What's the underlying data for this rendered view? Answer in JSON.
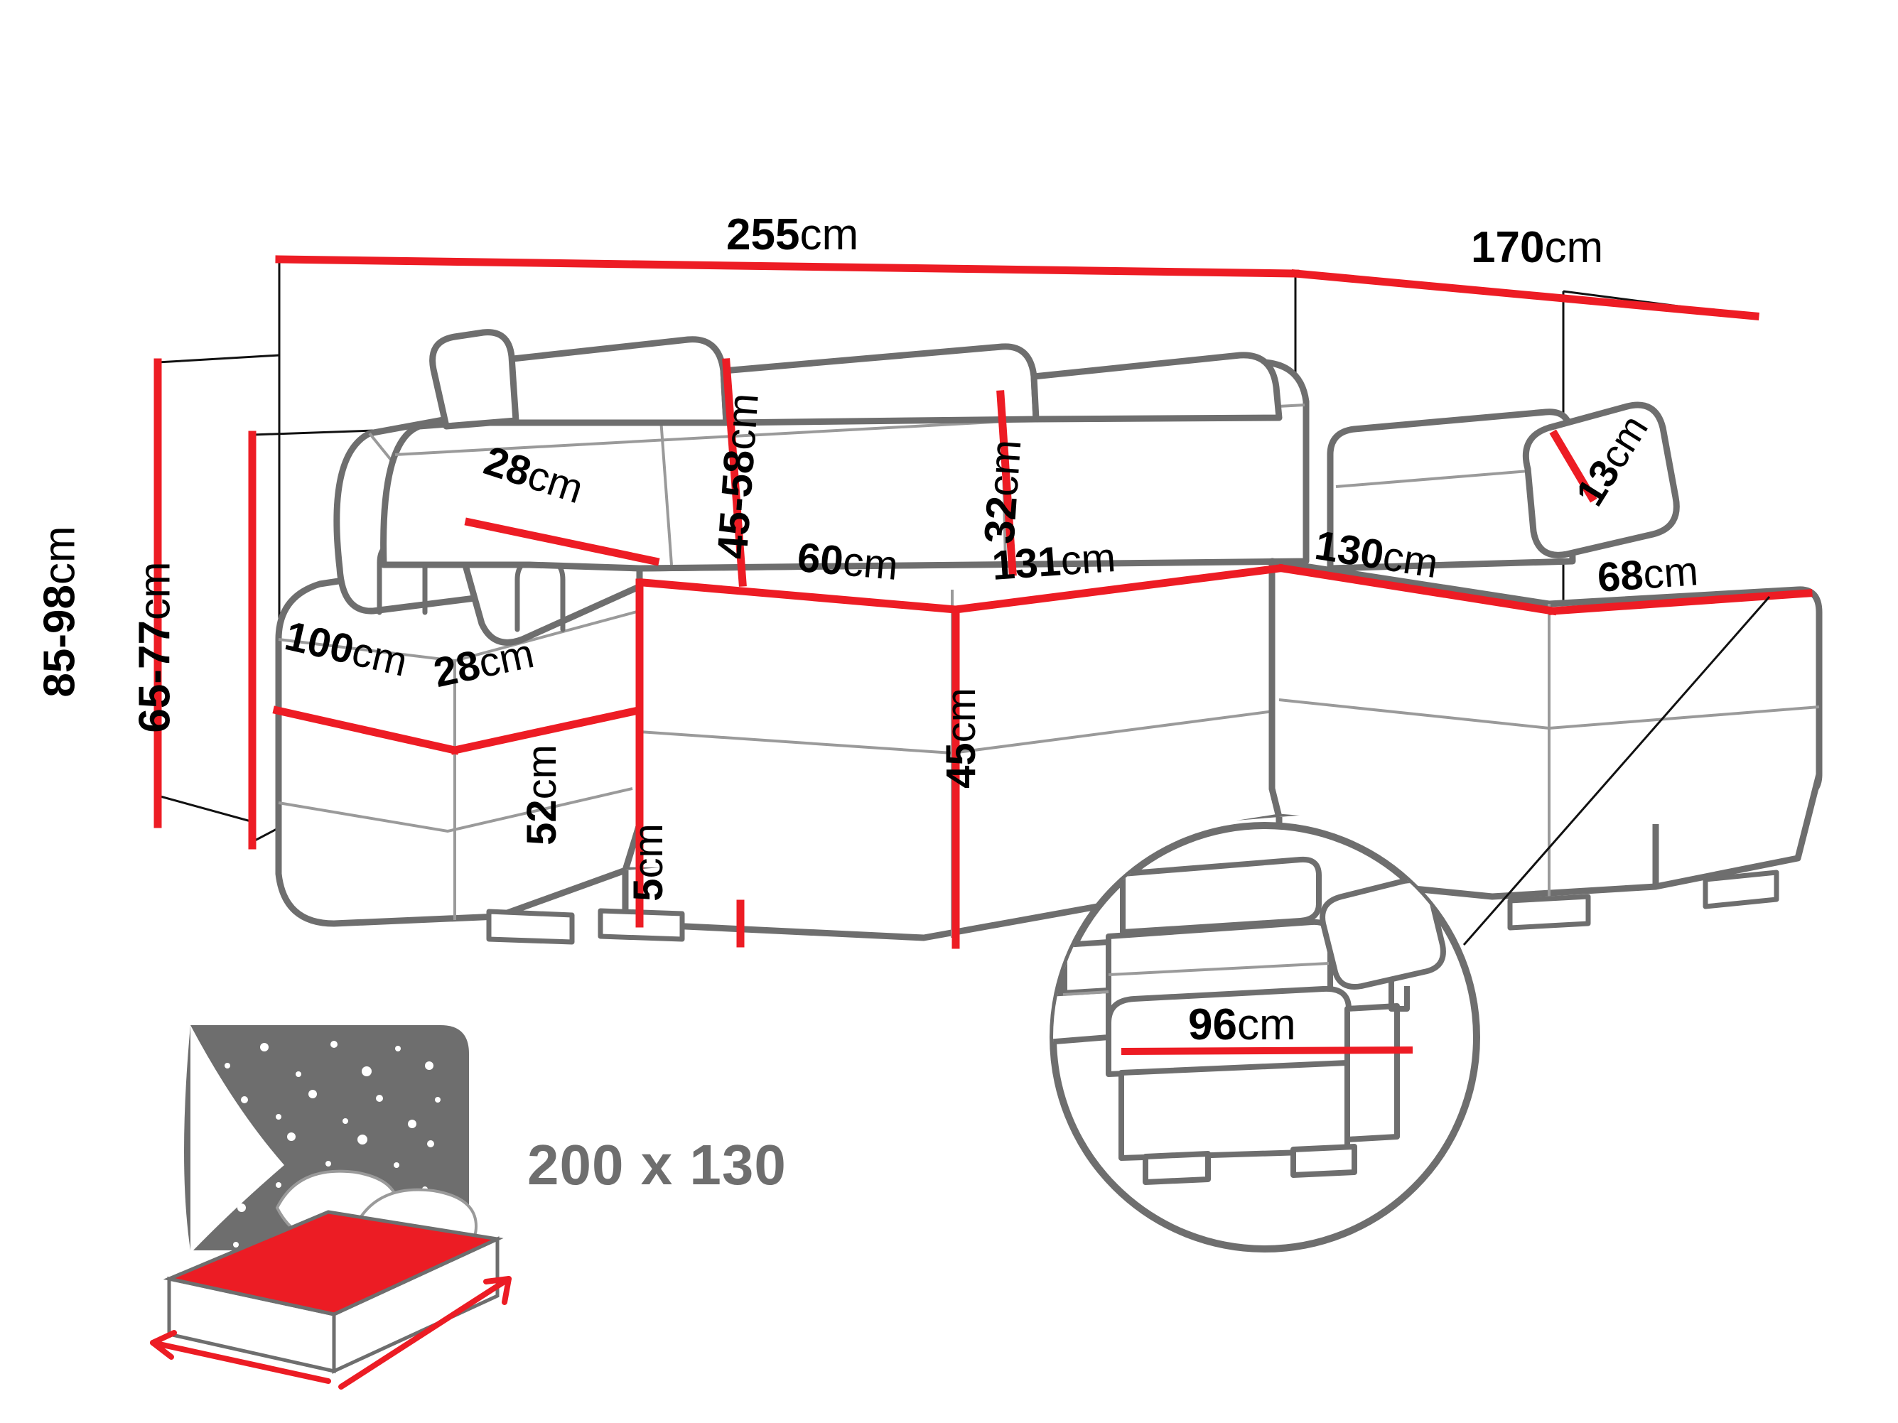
{
  "diagram": {
    "type": "furniture-dimension-drawing",
    "subject": "corner sofa bed with adjustable headrests",
    "colors": {
      "dimension_line": "#ed1c24",
      "outline_dark": "#6e6e6e",
      "outline_light": "#9a9a9a",
      "text": "#000000",
      "bed_icon_gray": "#6e6e6e",
      "bed_icon_red": "#ec1c24"
    }
  },
  "dimensions": {
    "total_width": {
      "num": "255",
      "unit": "cm",
      "label": "255cm"
    },
    "total_depth": {
      "num": "170",
      "unit": "cm",
      "label": "170cm"
    },
    "overall_height": {
      "num": "85-98",
      "unit": "cm",
      "label": "85-98cm"
    },
    "backrest_height": {
      "num": "65-77",
      "unit": "cm",
      "label": "65-77cm"
    },
    "armrest_cushion": {
      "num": "28",
      "unit": "cm",
      "label": "28cm"
    },
    "backrest_incline": {
      "num": "45-58",
      "unit": "cm",
      "label": "45-58cm"
    },
    "headrest_height": {
      "num": "32",
      "unit": "cm",
      "label": "32cm"
    },
    "seat_depth": {
      "num": "60",
      "unit": "cm",
      "label": "60cm"
    },
    "seat_width_left": {
      "num": "131",
      "unit": "cm",
      "label": "131cm"
    },
    "armrest_width": {
      "num": "100",
      "unit": "cm",
      "label": "100cm"
    },
    "armrest_depth": {
      "num": "28",
      "unit": "cm",
      "label": "28cm"
    },
    "armrest_height": {
      "num": "52",
      "unit": "cm",
      "label": "52cm"
    },
    "leg_height": {
      "num": "5",
      "unit": "cm",
      "label": "5cm"
    },
    "seat_height": {
      "num": "45",
      "unit": "cm",
      "label": "45cm"
    },
    "chaise_length": {
      "num": "130",
      "unit": "cm",
      "label": "130cm"
    },
    "chaise_backrest": {
      "num": "13",
      "unit": "cm",
      "label": "13cm"
    },
    "chaise_depth": {
      "num": "68",
      "unit": "cm",
      "label": "68cm"
    },
    "detail_seat_depth": {
      "num": "96",
      "unit": "cm",
      "label": "96cm"
    }
  },
  "sleeping_area": {
    "label": "200 x 130",
    "icon": "bed-with-starry-night-icon"
  }
}
